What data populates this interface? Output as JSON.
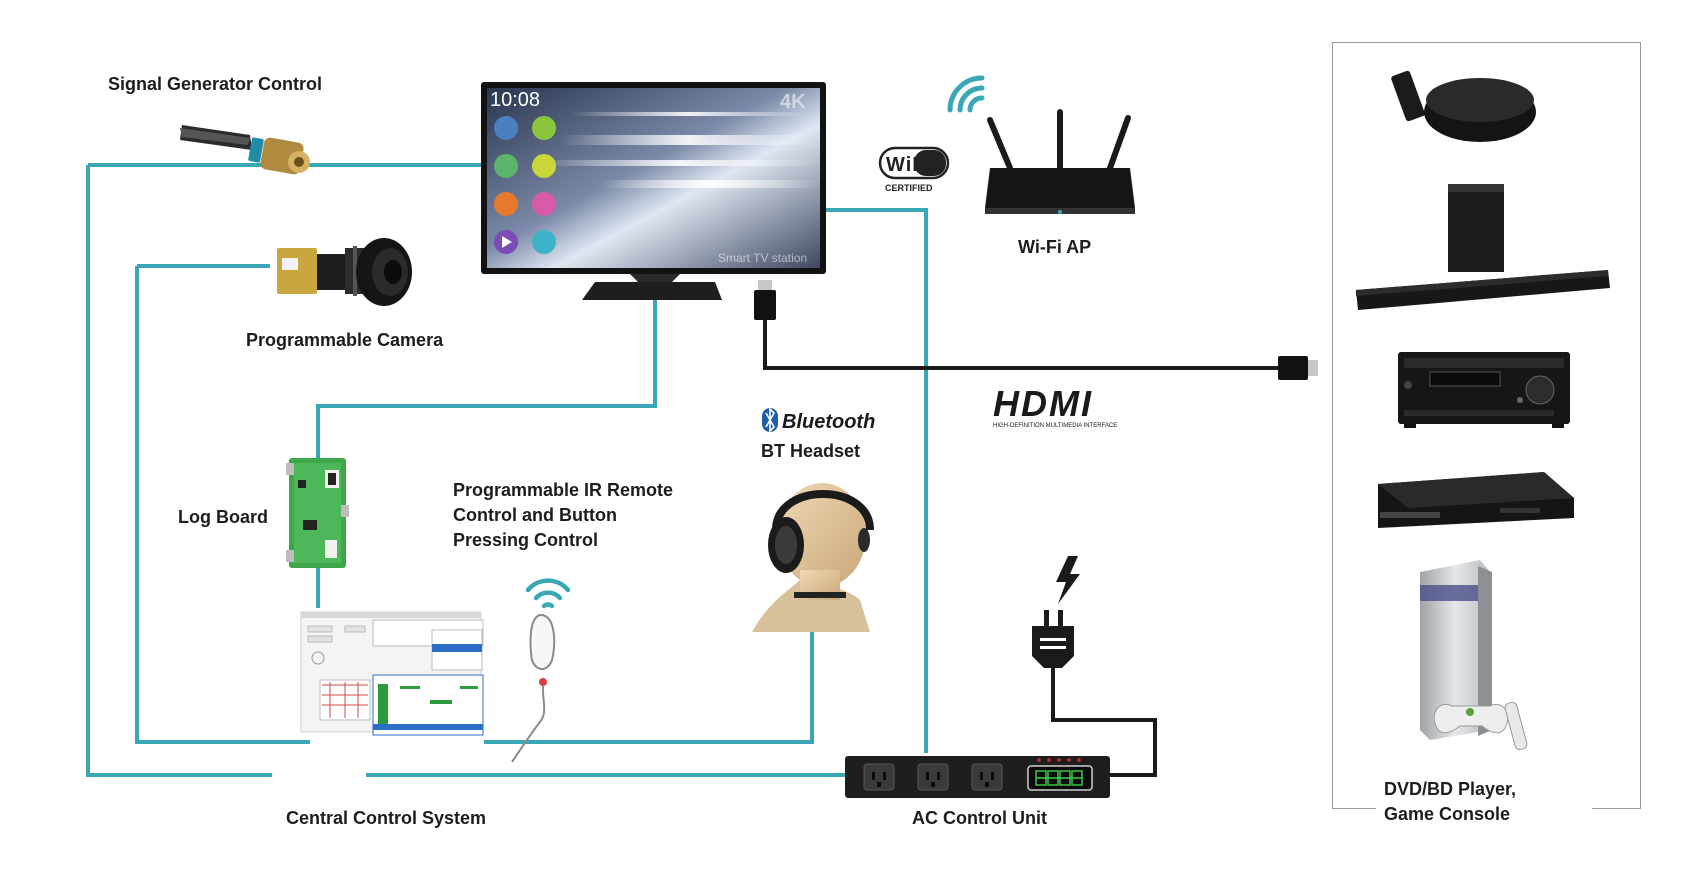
{
  "labels": {
    "signal_generator": "Signal Generator Control",
    "programmable_camera": "Programmable Camera",
    "log_board": "Log Board",
    "ir_remote": [
      "Programmable IR Remote",
      "Control and Button",
      "Pressing Control"
    ],
    "bt_headset": "BT Headset",
    "bluetooth": "Bluetooth",
    "wifi_ap": "Wi-Fi AP",
    "wifi_logo_text": "WiFi",
    "wifi_certified": "CERTIFIED",
    "hdmi": "HDMI",
    "hdmi_sub": "HIGH-DEFINITION MULTIMEDIA INTERFACE",
    "central_control": "Central Control System",
    "ac_control": "AC Control Unit",
    "devices": [
      "DVD/BD Player,",
      "Game Console"
    ]
  },
  "tv": {
    "time": "10:08",
    "badge": "4K",
    "caption": "Smart TV station"
  },
  "colors": {
    "line": "#3aa8b4",
    "cable": "#1a1a1a",
    "text": "#1d1d1d"
  },
  "icons": [
    "signal-generator-probe",
    "camera-lens",
    "log-board-pcb",
    "tv-monitor",
    "wifi-router",
    "wifi-waves",
    "hdmi-plug",
    "headset-dummy-head",
    "ir-remote",
    "power-plug",
    "lightning",
    "power-strip",
    "set-top-box",
    "soundbar",
    "av-receiver",
    "bluray-player",
    "game-console"
  ]
}
